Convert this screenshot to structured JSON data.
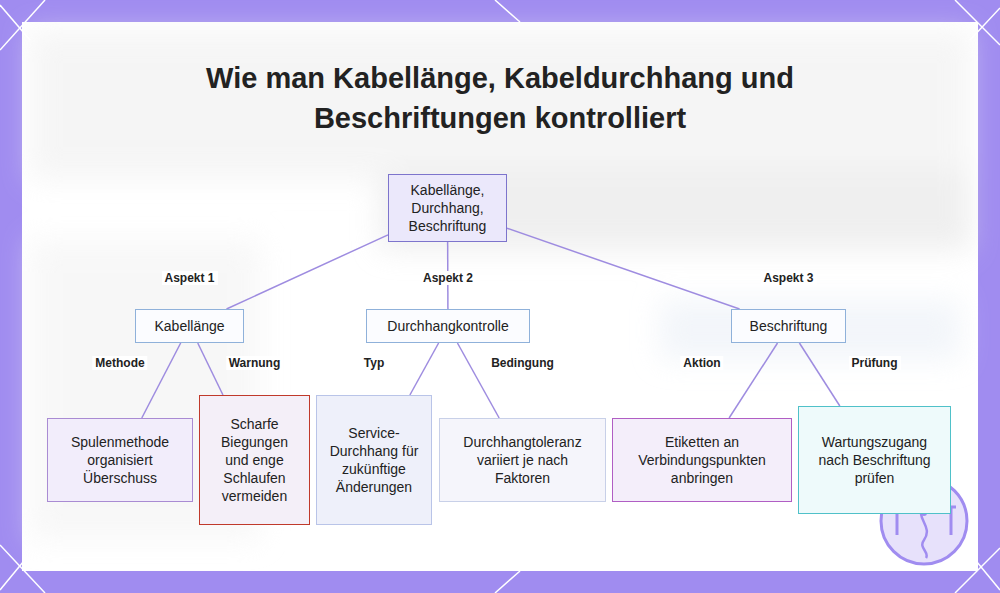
{
  "diagram": {
    "title": "Wie man Kabellänge, Kabeldurchhang und Beschriftungen kontrolliert",
    "nodes": [
      {
        "text": [
          "Kabellänge, Durchhang, Beschriftung"
        ]
      },
      {
        "text": [
          "Kabellänge"
        ]
      },
      {
        "text": [
          "Durchhangkontrolle"
        ]
      },
      {
        "text": [
          "Beschriftung"
        ]
      },
      {
        "text": [
          "Spulenmethode organisiert Überschuss"
        ]
      },
      {
        "text": [
          "Scharfe Biegungen und enge Schlaufen vermeiden"
        ]
      },
      {
        "text": [
          "Service-Durchhang für zukünftige Änderungen"
        ]
      },
      {
        "text": [
          "Durchhangtoleranz variiert je nach Faktoren"
        ]
      },
      {
        "text": [
          "Etiketten an Verbindungspunkten anbringen"
        ]
      },
      {
        "text": [
          "Wartungszugang nach Beschriftung prüfen"
        ]
      }
    ],
    "edges": [
      {
        "from": 0,
        "to": 1,
        "label": "Aspekt 1",
        "arrow": "none"
      },
      {
        "from": 0,
        "to": 2,
        "label": "Aspekt 2",
        "arrow": "none"
      },
      {
        "from": 0,
        "to": 3,
        "label": "Aspekt 3",
        "arrow": "none"
      },
      {
        "from": 1,
        "to": 4,
        "label": "Methode",
        "arrow": "none"
      },
      {
        "from": 1,
        "to": 5,
        "label": "Warnung",
        "arrow": "none"
      },
      {
        "from": 2,
        "to": 6,
        "label": "Typ",
        "arrow": "none"
      },
      {
        "from": 2,
        "to": 7,
        "label": "Bedingung",
        "arrow": "none"
      },
      {
        "from": 3,
        "to": 8,
        "label": "Aktion",
        "arrow": "none"
      },
      {
        "from": 3,
        "to": 9,
        "label": "Prüfung",
        "arrow": "none"
      }
    ]
  }
}
